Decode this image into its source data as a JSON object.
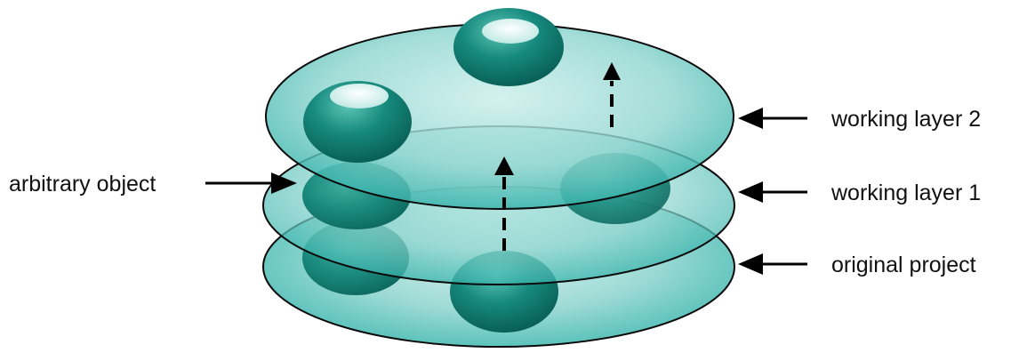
{
  "labels": {
    "arbitrary_object": "arbitrary object",
    "working_layer_2": "working layer 2",
    "working_layer_1": "working layer 1",
    "original_project": "original project"
  },
  "colors": {
    "layer_fill_light": "#c6ecea",
    "layer_fill_dark": "#3fb8b0",
    "layer_stroke": "#0a0a0a",
    "sphere_dark": "#0c6f66",
    "sphere_light": "#3fb3a5",
    "arrow": "#000000"
  },
  "icons": {
    "layer_shape": "ellipse-disc",
    "object_shape": "sphere",
    "pointer": "arrow-left",
    "movement": "dashed-arrow-up"
  }
}
